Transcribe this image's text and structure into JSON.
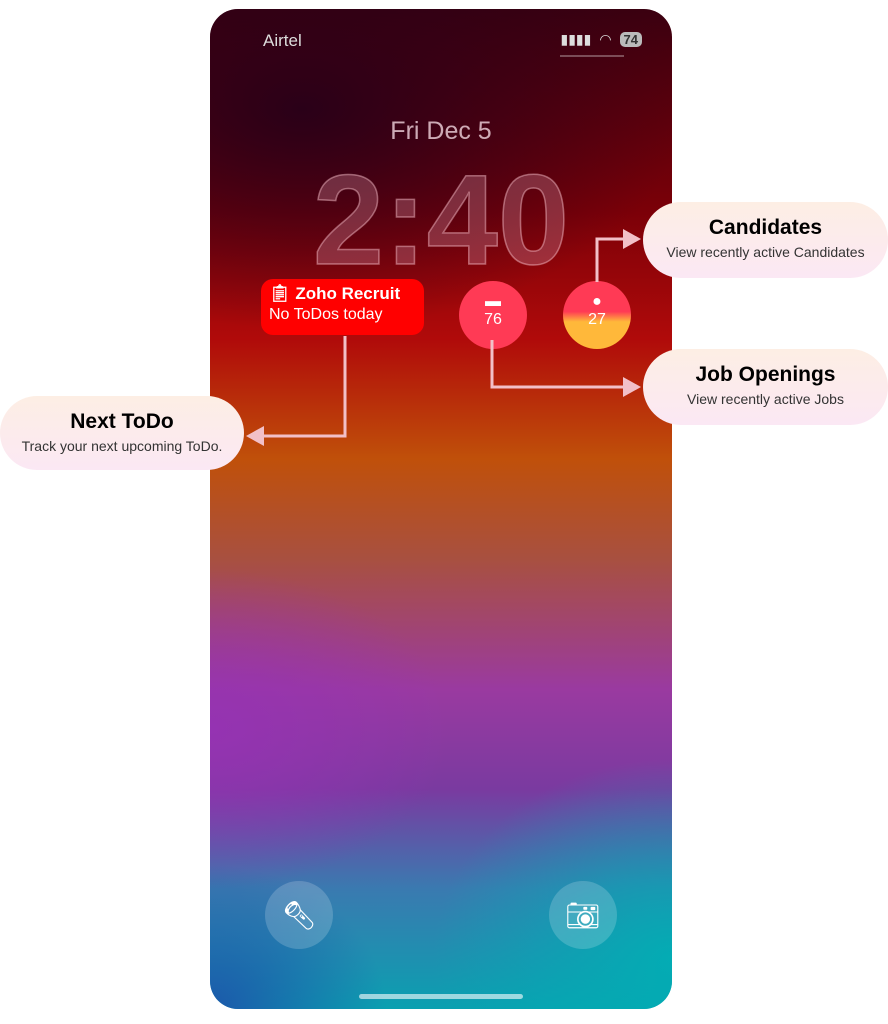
{
  "status": {
    "carrier": "Airtel",
    "battery": "74"
  },
  "lock": {
    "date": "Fri Dec 5",
    "time": "2:40"
  },
  "widgets": {
    "todo_title": "Zoho Recruit",
    "todo_sub": "No ToDos today",
    "jobs_count": "76",
    "candidates_count": "27"
  },
  "callouts": {
    "candidates": {
      "title": "Candidates",
      "desc": "View recently active Candidates"
    },
    "jobs": {
      "title": "Job Openings",
      "desc": "View recently active Jobs"
    },
    "todo": {
      "title": "Next ToDo",
      "desc": "Track your next upcoming ToDo."
    }
  }
}
